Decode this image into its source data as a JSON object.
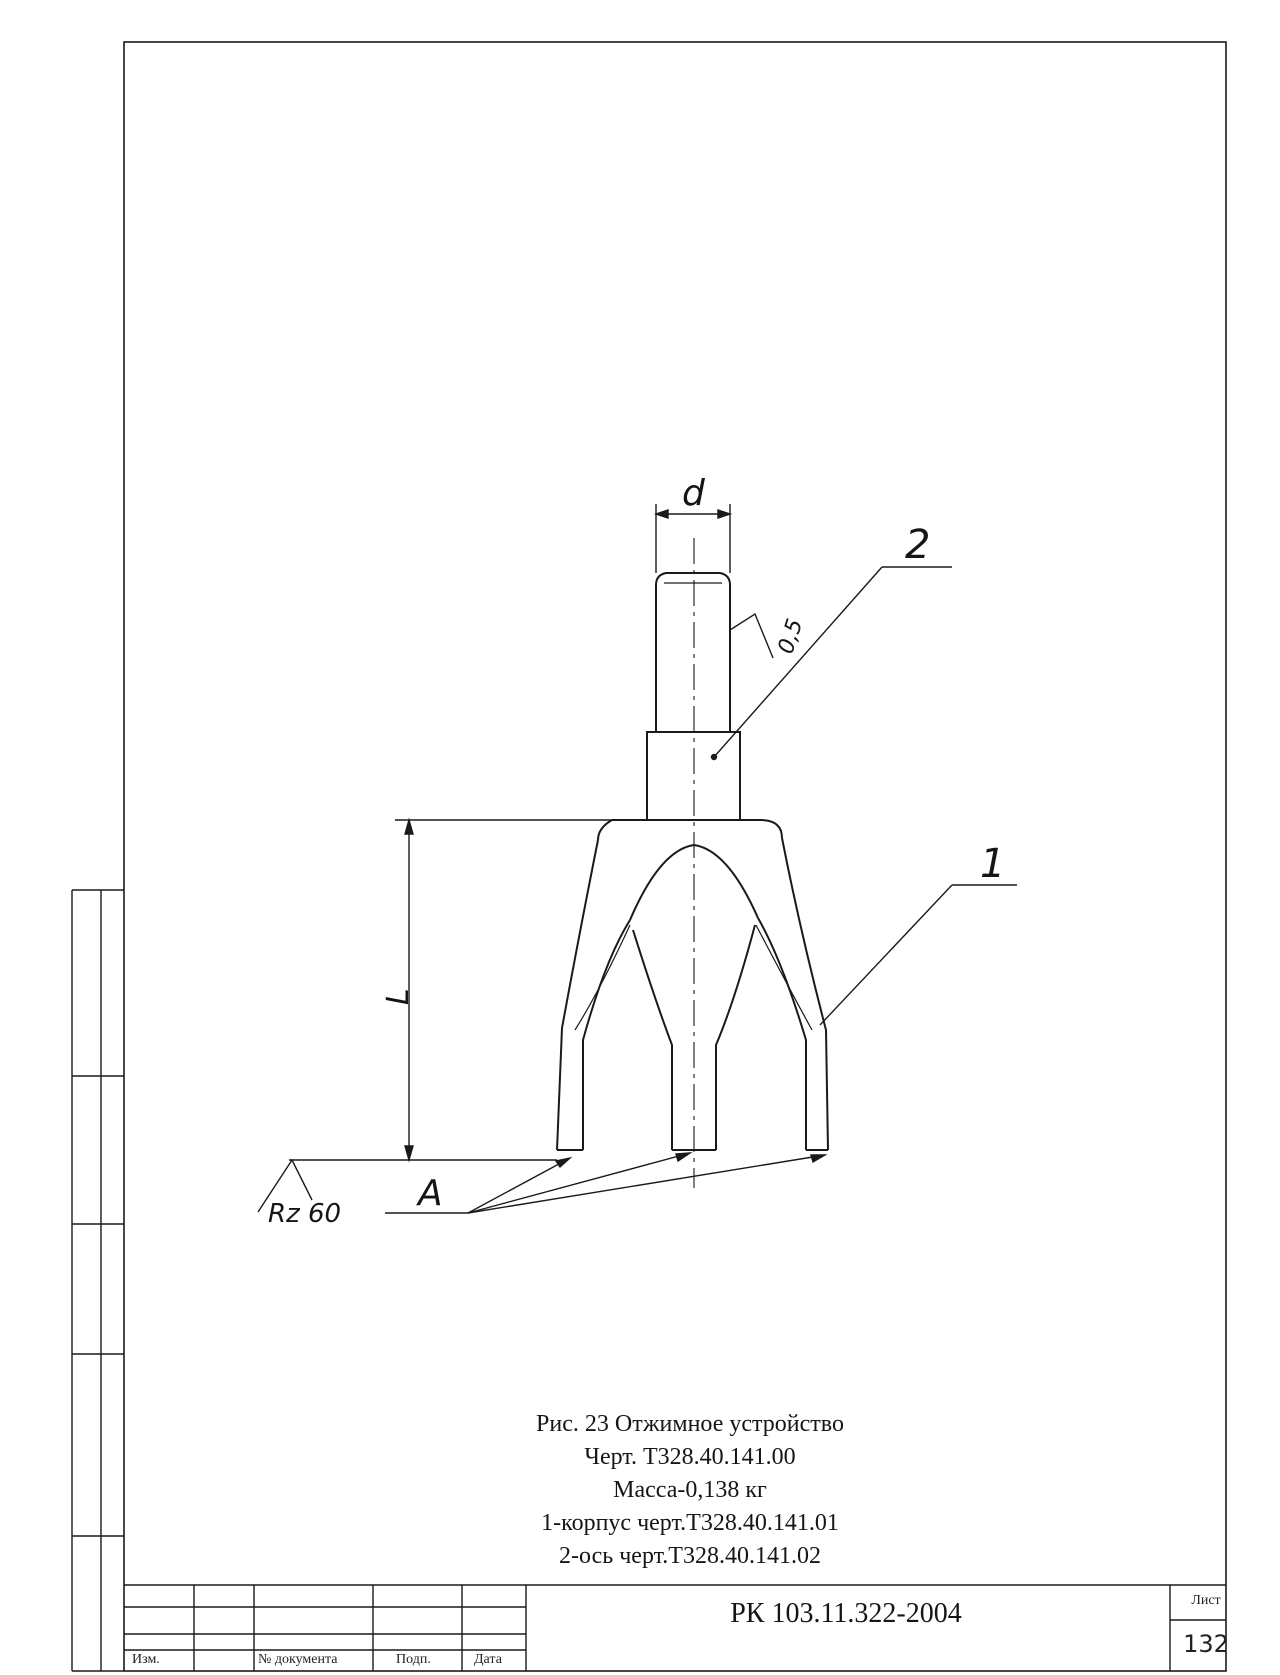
{
  "drawing": {
    "labels": {
      "d": "d",
      "callout_2": "2",
      "callout_1": "1",
      "chamfer": "0,5",
      "length": "L",
      "datum": "A",
      "roughness": "Rz 60"
    }
  },
  "caption": {
    "line1": "Рис. 23  Отжимное устройство",
    "line2": "Черт. Т328.40.141.00",
    "line3": "Масса-0,138 кг",
    "line4": "1-корпус черт.Т328.40.141.01",
    "line5": "2-ось черт.Т328.40.141.02"
  },
  "title_block": {
    "col_izm": "Изм.",
    "col_doc": "№ документа",
    "col_sign": "Подп.",
    "col_date": "Дата",
    "document_number": "РК 103.11.322-2004",
    "sheet_label": "Лист",
    "sheet_number": "132"
  }
}
